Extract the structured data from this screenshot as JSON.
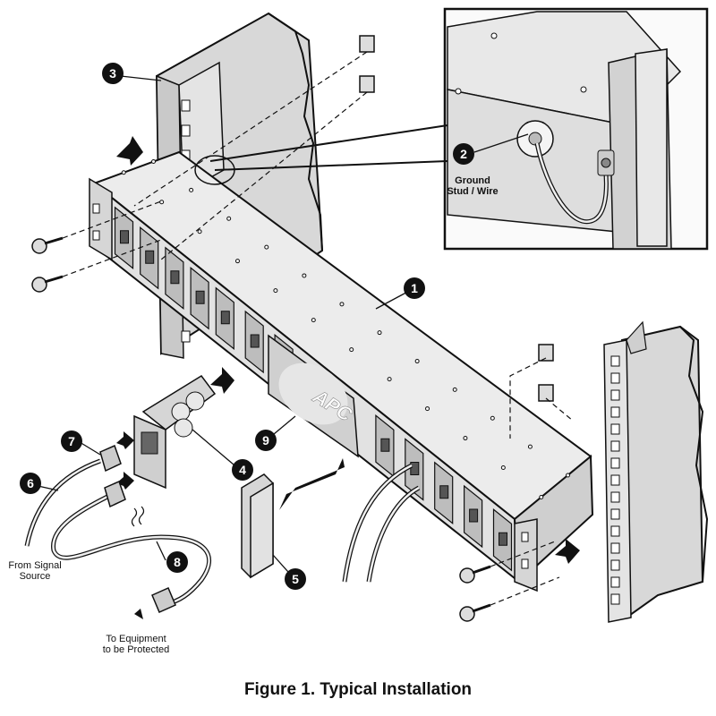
{
  "figure": {
    "caption": "Figure 1.  Typical Installation",
    "logo_text": "APC"
  },
  "callouts": [
    {
      "number": "1"
    },
    {
      "number": "2"
    },
    {
      "number": "3"
    },
    {
      "number": "4"
    },
    {
      "number": "5"
    },
    {
      "number": "6"
    },
    {
      "number": "7"
    },
    {
      "number": "8"
    },
    {
      "number": "9"
    }
  ],
  "labels": {
    "ground_line1": "Ground",
    "ground_line2": "Stud / Wire",
    "from_source_line1": "From Signal",
    "from_source_line2": "Source",
    "to_equipment_line1": "To Equipment",
    "to_equipment_line2": "to be Protected"
  },
  "colors": {
    "panel": "#e6e6e6",
    "panel_shadow": "#b5b5b5",
    "rack": "#d4d4d4",
    "outline": "#111111",
    "callout_fill": "#111111"
  }
}
